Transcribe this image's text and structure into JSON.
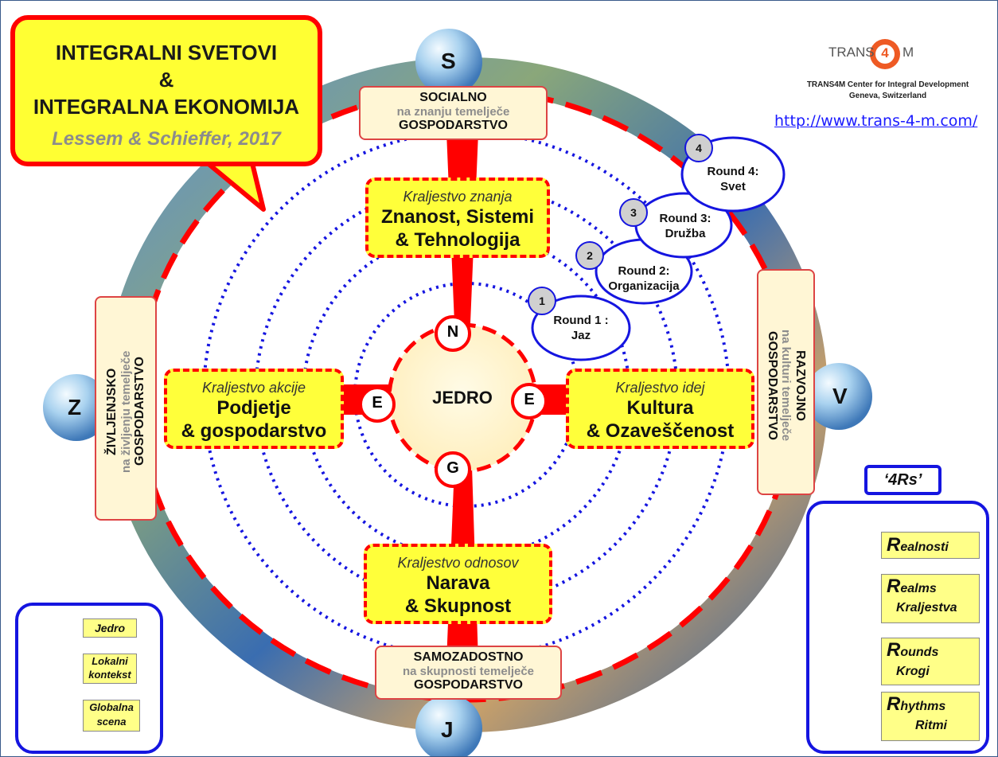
{
  "title": {
    "line1": "INTEGRALNI SVETOVI",
    "line2": "&",
    "line3": "INTEGRALNA EKONOMIJA",
    "authors": "Lessem & Schieffer, 2017"
  },
  "logo": {
    "left": "TRANS",
    "number": "4",
    "right": "M",
    "org": "TRANS4M Center for Integral Development",
    "location": "Geneva, Switzerland",
    "url": "http://www.trans-4-m.com/"
  },
  "compass": {
    "north": "S",
    "south": "J",
    "west": "Z",
    "east": "V"
  },
  "worlds": {
    "south_top": {
      "title": "SOCIALNO",
      "sub": "na znanju temelječe",
      "footer": "GOSPODARSTVO"
    },
    "north_bottom": {
      "title": "SAMOZADOSTNO",
      "sub": "na skupnosti temelječe",
      "footer": "GOSPODARSTVO"
    },
    "west": {
      "title": "ŽIVLJENJSKO",
      "sub": "na življenju temelječe",
      "footer": "GOSPODARSTVO"
    },
    "east": {
      "title": "RAZVOJNO",
      "sub": "na kulturi temelječe",
      "footer": "GOSPODARSTVO"
    }
  },
  "realms": {
    "knowledge": {
      "kingdom": "Kraljestvo znanja",
      "line1": "Znanost, Sistemi",
      "line2": "& Tehnologija"
    },
    "action": {
      "kingdom": "Kraljestvo akcije",
      "line1": "Podjetje",
      "line2": "& gospodarstvo"
    },
    "ideas": {
      "kingdom": "Kraljestvo idej",
      "line1": "Kultura",
      "line2": "& Ozaveščenost"
    },
    "relations": {
      "kingdom": "Kraljestvo odnosov",
      "line1": "Narava",
      "line2": "& Skupnost"
    }
  },
  "core": {
    "label": "JEDRO",
    "n": "N",
    "e_left": "E",
    "e_right": "E",
    "g": "G"
  },
  "rounds": [
    {
      "num": "1",
      "label1": "Round 1 :",
      "label2": "Jaz"
    },
    {
      "num": "2",
      "label1": "Round 2:",
      "label2": "Organizacija"
    },
    {
      "num": "3",
      "label1": "Round 3:",
      "label2": "Družba"
    },
    {
      "num": "4",
      "label1": "Round 4:",
      "label2": "Svet"
    }
  ],
  "legend_left": {
    "items": [
      {
        "label": "Jedro"
      },
      {
        "label1": "Lokalni",
        "label2": "kontekst"
      },
      {
        "label1": "Globalna",
        "label2": "scena"
      }
    ]
  },
  "legend_right": {
    "heading": "‘4Rs’",
    "items": [
      {
        "initial": "R",
        "rest1": "ealnosti",
        "rest2": ""
      },
      {
        "initial": "R",
        "rest1": "ealms",
        "rest2": "Kraljestva"
      },
      {
        "initial": "R",
        "rest1": "ounds",
        "rest2": "Krogi"
      },
      {
        "initial": "R",
        "rest1": "hythms",
        "rest2": "Ritmi"
      }
    ]
  },
  "colors": {
    "red": "#ff0000",
    "yellow": "#ffff33",
    "blue": "#1515e0",
    "cream": "#fff6d5",
    "earth": "#3a6db0"
  }
}
